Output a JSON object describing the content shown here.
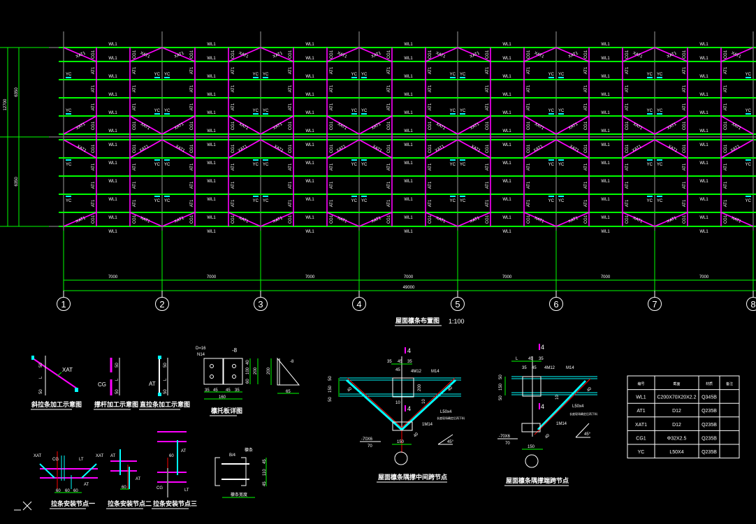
{
  "plan": {
    "title": "屋面檩条布置图",
    "scale": "1:100",
    "axes": [
      "1",
      "2",
      "3",
      "4",
      "5",
      "6",
      "7",
      "8"
    ],
    "bay_dims": [
      "7000",
      "7000",
      "7000",
      "7000",
      "7000",
      "7000",
      "7000"
    ],
    "total_dim": "49000",
    "side_dims": [
      "6350",
      "6350"
    ],
    "side_total": "12700",
    "members": {
      "purlin": "WL1",
      "tie": "AT1",
      "diag": "XAT1",
      "strut": "CG1",
      "brace": "YC"
    },
    "colors": {
      "purlin": "#00ff00",
      "tie": "#ff00ff",
      "brace": "#00ffff",
      "axis": "#9a9a9a"
    }
  },
  "details": {
    "d1": {
      "title": "斜拉条加工示意图",
      "label": "XAT",
      "dims": [
        "50",
        "L",
        "50"
      ]
    },
    "d2": {
      "title": "撑杆加工示意图",
      "label": "CG",
      "dims": [
        "50",
        "L",
        "50"
      ]
    },
    "d3": {
      "title": "直拉条加工示意图",
      "label": "AT",
      "dims": [
        "50",
        "L",
        "50"
      ]
    },
    "plate": {
      "title": "檩托板详图",
      "hole": "D=16",
      "bolt": "N14",
      "thk": "-8",
      "thk2": "-8",
      "hdims": [
        "35",
        "45",
        "45",
        "35"
      ],
      "width": "160",
      "vdims": [
        "40",
        "100",
        "60"
      ],
      "height": "200",
      "h2": "200",
      "b": "65"
    },
    "n1": {
      "title": "拉条安装节点一",
      "labels": [
        "XAT",
        "CG",
        "LT",
        "XAT",
        "AT"
      ],
      "dims": [
        "60",
        "60",
        "60"
      ]
    },
    "n2": {
      "title": "拉条安装节点二",
      "labels": [
        "AT",
        "AT"
      ],
      "dim": "60"
    },
    "n3": {
      "title": "拉条安装节点三",
      "labels": [
        "AT",
        "CG",
        "LT"
      ],
      "dim": "60"
    },
    "sec": {
      "labels": [
        "B/4",
        "檩条"
      ],
      "dims": [
        "45",
        "110",
        "45"
      ],
      "bottom": "檩条宽度"
    },
    "mid": {
      "title": "屋面檩条隅撑中间跨节点",
      "sec": "4",
      "sec2": "4",
      "top": [
        "35",
        "45",
        "35"
      ],
      "inner": "45",
      "bolts": "4M12",
      "m14": "M14",
      "left": [
        "50",
        "150",
        "50"
      ],
      "h": "200",
      "d10": "10",
      "d10b": "10",
      "angle": "L50x4",
      "note": "长度现场确定后再下料",
      "bolt1": "1M14",
      "plate": "-70X6",
      "plate2": "70",
      "w": "150",
      "deg": "45°",
      "d40a": "40",
      "d40b": "40",
      "d40c": "40"
    },
    "end": {
      "title": "屋面檩条隅撑端跨节点",
      "sec": "4",
      "sec2": "4",
      "top": [
        "L",
        "45",
        "35"
      ],
      "inner": [
        "35",
        "45"
      ],
      "bolts": "4M12",
      "m14": "M14",
      "left": [
        "50",
        "150",
        "50"
      ],
      "angle": "L50x4",
      "note": "长度现场确定后再下料",
      "bolt1": "1M14",
      "plate": "-70X6",
      "plate2": "70",
      "w": "150",
      "deg": "45°",
      "d40a": "40",
      "d40b": "40",
      "d10": "10"
    }
  },
  "table": {
    "headers": [
      "编号",
      "截面",
      "材质",
      "备注"
    ],
    "rows": [
      [
        "WL1",
        "C200X70X20X2.2",
        "Q345B",
        ""
      ],
      [
        "AT1",
        "D12",
        "Q235B",
        ""
      ],
      [
        "XAT1",
        "D12",
        "Q235B",
        ""
      ],
      [
        "CG1",
        "Φ32X2.5",
        "Q235B",
        ""
      ],
      [
        "YC",
        "L50X4",
        "Q235B",
        ""
      ]
    ]
  }
}
